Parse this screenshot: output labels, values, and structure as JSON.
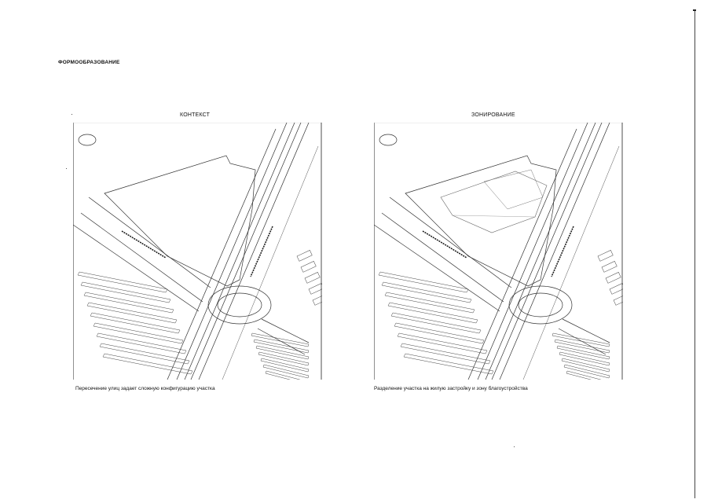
{
  "document": {
    "heading": "ФОРМООБРАЗОВАНИЕ",
    "panels": [
      {
        "title": "КОНТЕКСТ",
        "caption": "Пересечение улиц задает сложную конфигурацию участка",
        "zoned": false
      },
      {
        "title": "ЗОНИРОВАНИЕ",
        "caption": "Разделение участка на жилую застройку и зону благоустройства",
        "zoned": true
      }
    ]
  }
}
